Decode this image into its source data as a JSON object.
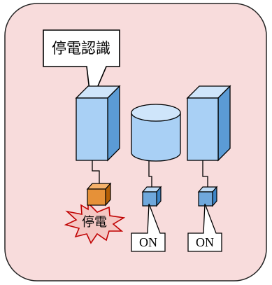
{
  "diagram": {
    "callout_text": "停電認識",
    "outage_label": "停電",
    "switch_labels": [
      "ON",
      "ON"
    ],
    "colors": {
      "panel_fill": "#F8DCDC",
      "panel_stroke": "#222222",
      "server_front": "#A9D0F5",
      "server_side": "#5B9BD5",
      "server_top": "#CFE5FA",
      "plug_front": "#6FA8DC",
      "plug_top": "#BFDCF6",
      "plug_outage_front": "#E69138",
      "plug_outage_side": "#B45F06",
      "plug_outage_top": "#F6B26B",
      "burst_fill": "#F4C7C3",
      "burst_stroke": "#C00000"
    }
  }
}
